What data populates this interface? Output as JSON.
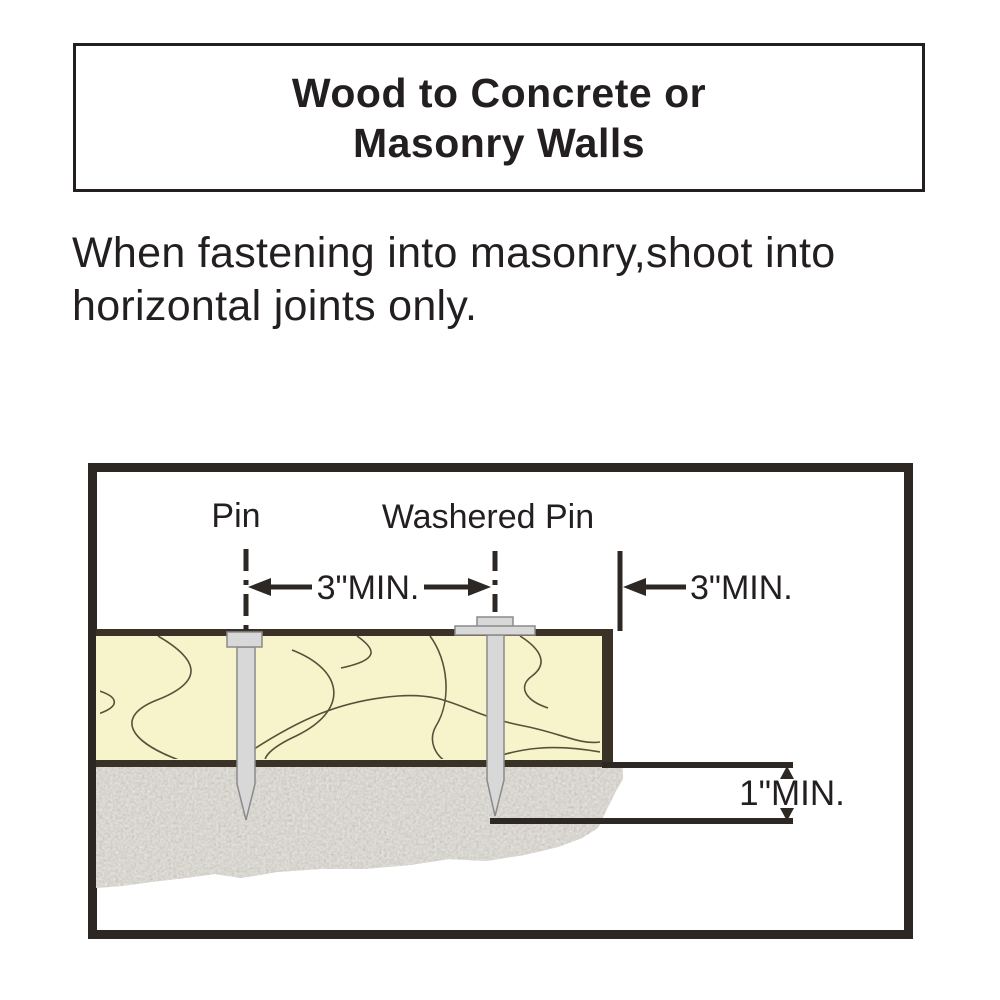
{
  "title": {
    "line1": "Wood to Concrete or",
    "line2": "Masonry Walls"
  },
  "instruction": {
    "line1": "When fastening into masonry,shoot into",
    "line2": "horizontal joints only."
  },
  "diagram": {
    "labels": {
      "pin": "Pin",
      "washered_pin": "Washered Pin",
      "pin_spacing_min": "3\"MIN.",
      "edge_distance_min": "3\"MIN.",
      "embedment_min": "1\"MIN."
    },
    "colors": {
      "wood_fill": "#f7f3cb",
      "wood_outline": "#3a3127",
      "concrete_base": "#b8b4a9",
      "metal_fill": "#d8d8d8",
      "metal_outline": "#8a8a8a",
      "line_color": "#2d2824",
      "text_color": "#231f20"
    }
  }
}
